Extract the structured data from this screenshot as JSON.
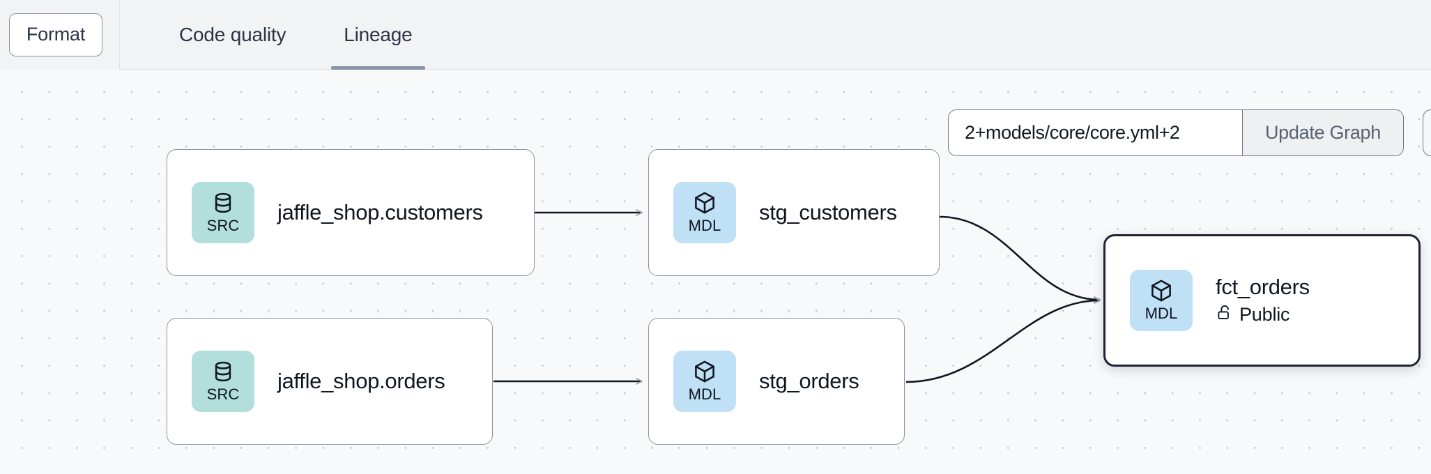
{
  "toolbar": {
    "format_label": "Format",
    "tabs": [
      {
        "label": "Code quality",
        "active": false
      },
      {
        "label": "Lineage",
        "active": true
      }
    ]
  },
  "graph_control": {
    "selector_value": "2+models/core/core.yml+2",
    "selector_placeholder": "2+models/core/core.yml+2",
    "update_label": "Update Graph"
  },
  "lineage": {
    "nodes": [
      {
        "id": "src_customers",
        "badge": "SRC",
        "badge_kind": "src",
        "icon": "database-icon",
        "title": "jaffle_shop.customers",
        "subtitle": null,
        "selected": false
      },
      {
        "id": "stg_customers",
        "badge": "MDL",
        "badge_kind": "mdl",
        "icon": "cube-icon",
        "title": "stg_customers",
        "subtitle": null,
        "selected": false
      },
      {
        "id": "src_orders",
        "badge": "SRC",
        "badge_kind": "src",
        "icon": "database-icon",
        "title": "jaffle_shop.orders",
        "subtitle": null,
        "selected": false
      },
      {
        "id": "stg_orders",
        "badge": "MDL",
        "badge_kind": "mdl",
        "icon": "cube-icon",
        "title": "stg_orders",
        "subtitle": null,
        "selected": false
      },
      {
        "id": "fct_orders",
        "badge": "MDL",
        "badge_kind": "mdl",
        "icon": "cube-icon",
        "title": "fct_orders",
        "subtitle": "Public",
        "subtitle_icon": "unlock-icon",
        "selected": true
      }
    ],
    "edges": [
      {
        "from": "src_customers",
        "to": "stg_customers"
      },
      {
        "from": "src_orders",
        "to": "stg_orders"
      },
      {
        "from": "stg_customers",
        "to": "fct_orders"
      },
      {
        "from": "stg_orders",
        "to": "fct_orders"
      }
    ]
  },
  "colors": {
    "src_badge": "#b2dfdb",
    "mdl_badge": "#bfe0f5",
    "canvas_bg": "#f8f9fa",
    "toolbar_bg": "#f1f3f5",
    "node_border": "#8b94a3",
    "selected_border": "#1c2333",
    "tab_underline": "#8994a6",
    "edge_stroke": "#101622"
  }
}
